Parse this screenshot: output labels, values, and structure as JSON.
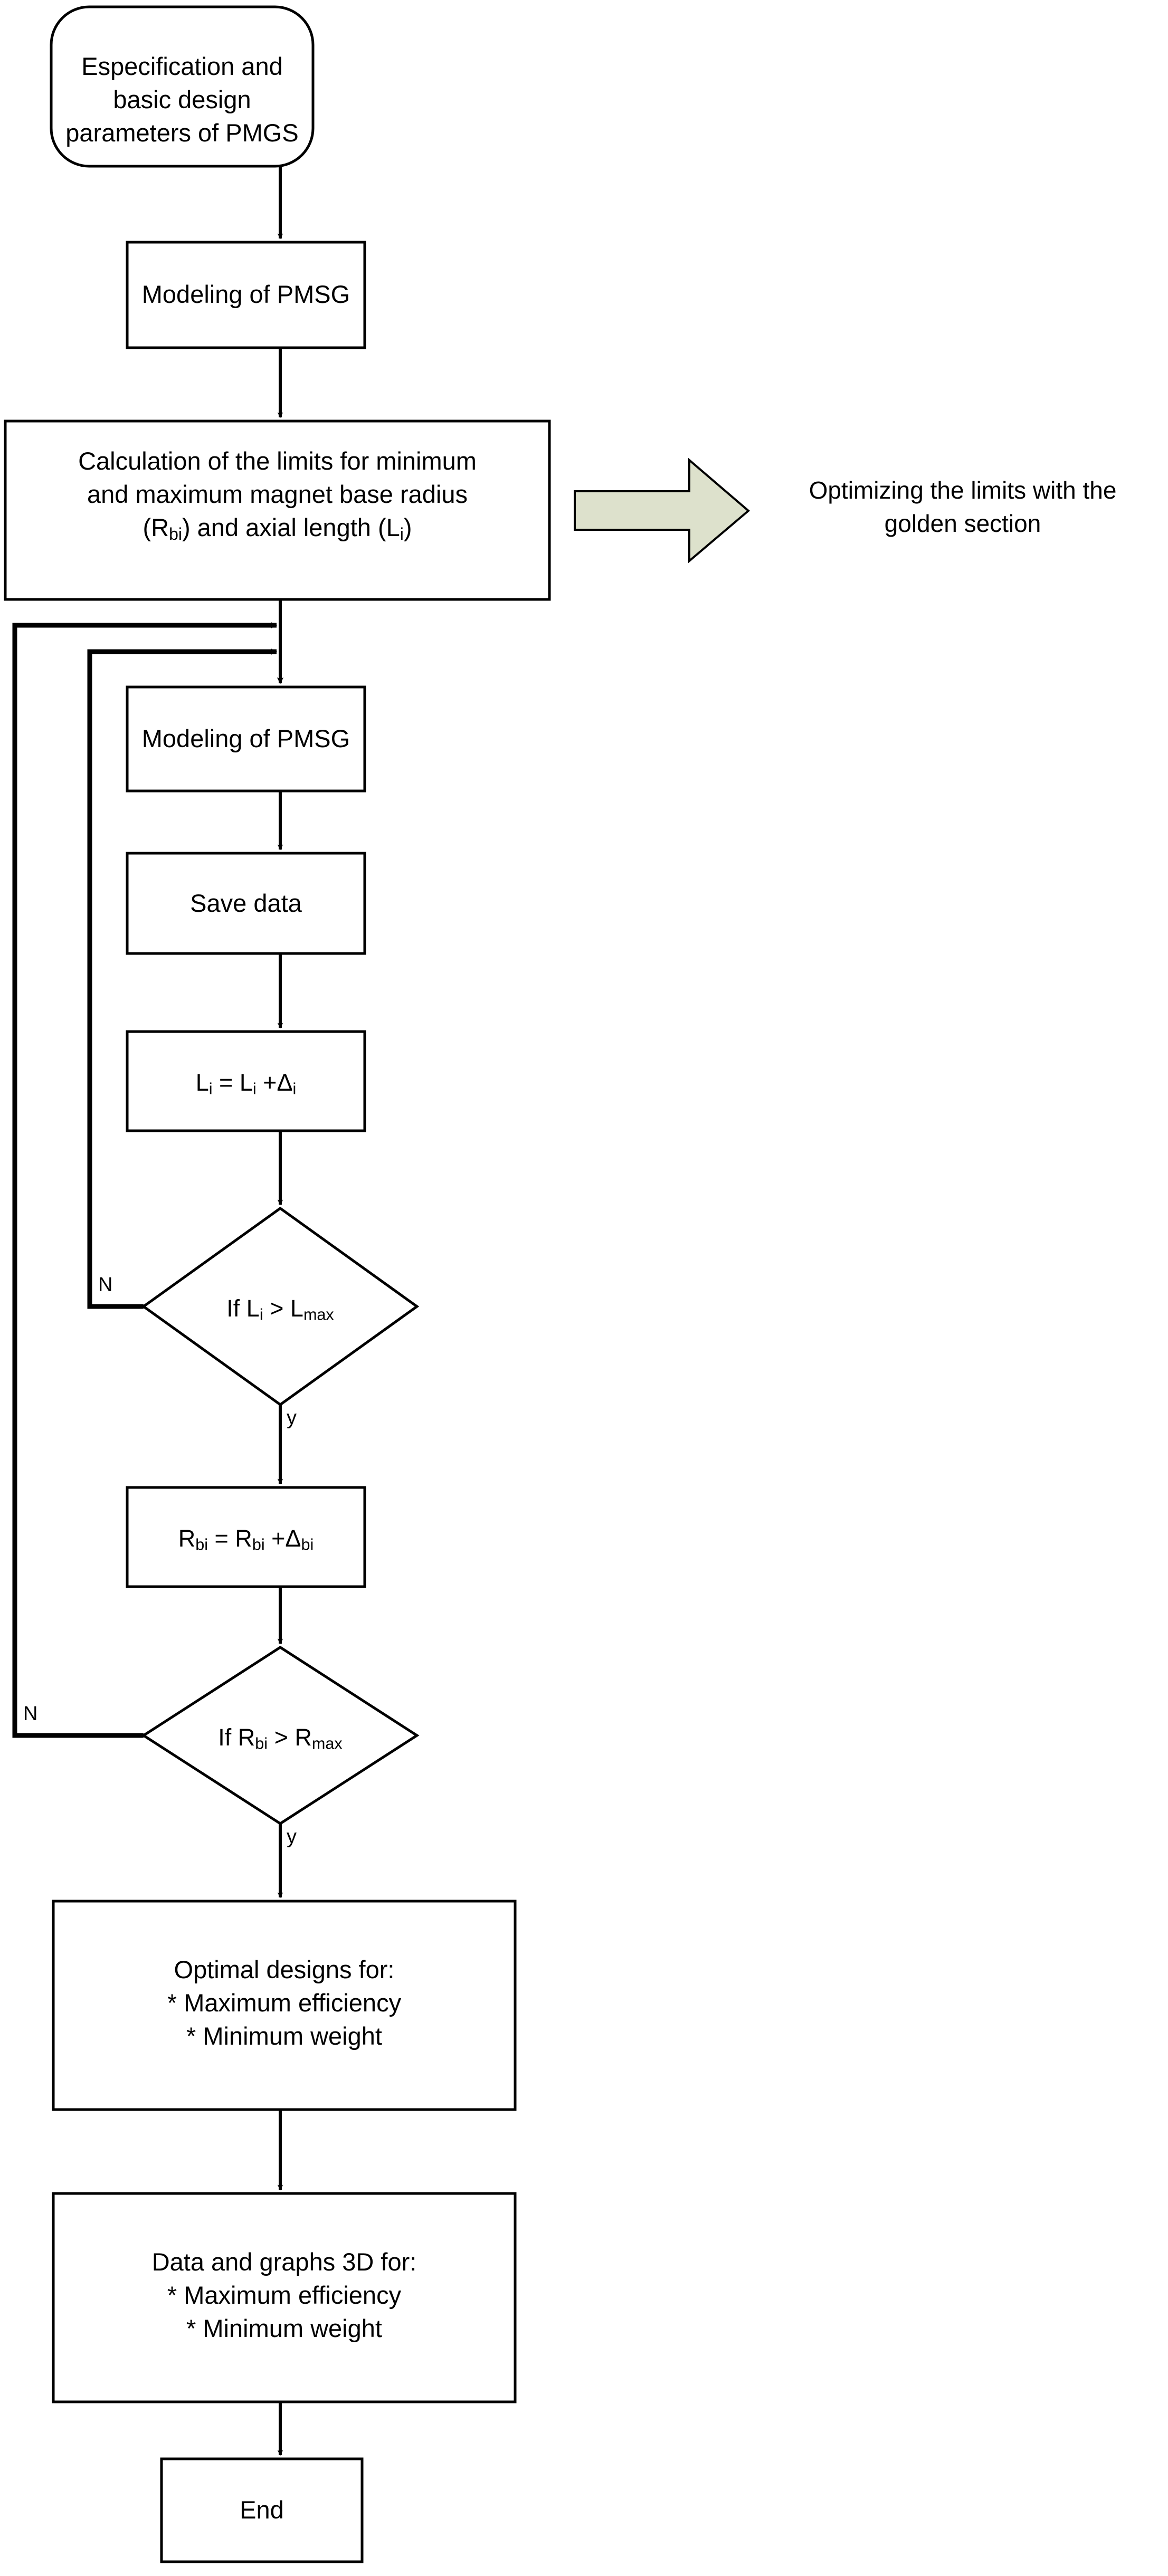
{
  "diagram": {
    "title": "PMSG optimization design flowchart",
    "background_color": "#ffffff",
    "stroke_color": "#000000",
    "annotation_arrow_fill": "#dde1cc",
    "annotation_arrow_stroke": "#000000"
  },
  "nodes": {
    "start": {
      "shape": "rounded-terminator",
      "text": "Especification and basic design\nparameters of PMGS"
    },
    "model1": {
      "shape": "process",
      "text": "Modeling of PMSG"
    },
    "limits": {
      "shape": "process",
      "line1": "Calculation of the limits for minimum",
      "line2": "and maximum magnet base radius",
      "line3_a": "(R",
      "line3_sub1": "bi",
      "line3_b": ") and axial length (L",
      "line3_sub2": "i",
      "line3_c": ")"
    },
    "model2": {
      "shape": "process",
      "text": "Modeling of PMSG"
    },
    "save": {
      "shape": "process",
      "text": "Save data"
    },
    "li_update": {
      "shape": "process",
      "a": "L",
      "sub_a": "i",
      "b": " = L",
      "sub_b": "i",
      "c": " +Δ",
      "sub_c": "i"
    },
    "dec_l": {
      "shape": "decision",
      "a": "If L",
      "sub_a": "i",
      "b": " > L",
      "sub_b": "max"
    },
    "rbi_update": {
      "shape": "process",
      "a": "R",
      "sub_a": "bi",
      "b": " = R",
      "sub_b": "bi",
      "c": " +Δ",
      "sub_c": "bi"
    },
    "dec_r": {
      "shape": "decision",
      "a": "If R",
      "sub_a": "bi",
      "b": " > R",
      "sub_b": "max"
    },
    "optimal": {
      "shape": "process",
      "text": "Optimal designs for:\n* Maximum efficiency\n* Minimum weight"
    },
    "graphs": {
      "shape": "process",
      "text": "Data and graphs 3D for:\n* Maximum efficiency\n* Minimum weight"
    },
    "end": {
      "shape": "process",
      "text": "End"
    }
  },
  "edge_labels": {
    "dec_l_no": "N",
    "dec_l_yes": "y",
    "dec_r_no": "N",
    "dec_r_yes": "y"
  },
  "annotation": {
    "icon": "block-arrow-right",
    "text": "Optimizing the limits with the\ngolden section"
  }
}
